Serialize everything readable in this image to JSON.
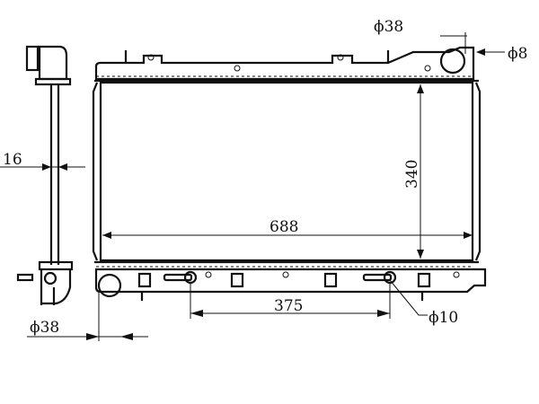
{
  "title": "Radiator dimension drawing",
  "dimensions": {
    "top_inlet_diameter": "ϕ38",
    "cap_diameter": "ϕ8",
    "core_thickness": "16",
    "core_height": "340",
    "core_width": "688",
    "fitting_spacing": "375",
    "fitting_diameter": "ϕ10",
    "bottom_outlet_diameter": "ϕ38"
  }
}
